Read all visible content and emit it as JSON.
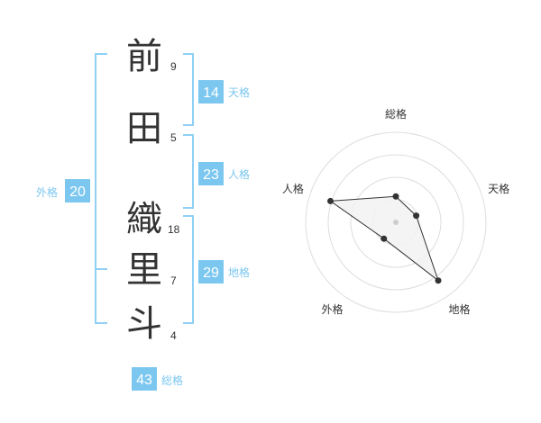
{
  "name": {
    "chars": [
      {
        "char": "前",
        "strokes": "9"
      },
      {
        "char": "田",
        "strokes": "5"
      },
      {
        "char": "織",
        "strokes": "18"
      },
      {
        "char": "里",
        "strokes": "7"
      },
      {
        "char": "斗",
        "strokes": "4"
      }
    ]
  },
  "fortune": {
    "ten": {
      "value": "14",
      "label": "天格"
    },
    "jin": {
      "value": "23",
      "label": "人格"
    },
    "chi": {
      "value": "29",
      "label": "地格"
    },
    "gai": {
      "value": "20",
      "label": "外格"
    },
    "sou": {
      "value": "43",
      "label": "総格"
    }
  },
  "colors": {
    "accent": "#7cc7f0",
    "bracket": "#8fd0f4",
    "ring": "#dddddd",
    "poly_fill": "#f2f2f2",
    "poly_stroke": "#333333"
  },
  "chart_data": {
    "type": "radar",
    "axes": [
      "総格",
      "天格",
      "地格",
      "外格",
      "人格"
    ],
    "values": [
      1.15,
      0.95,
      3.2,
      0.9,
      3.05
    ],
    "rmax": 4,
    "rings": 4
  }
}
